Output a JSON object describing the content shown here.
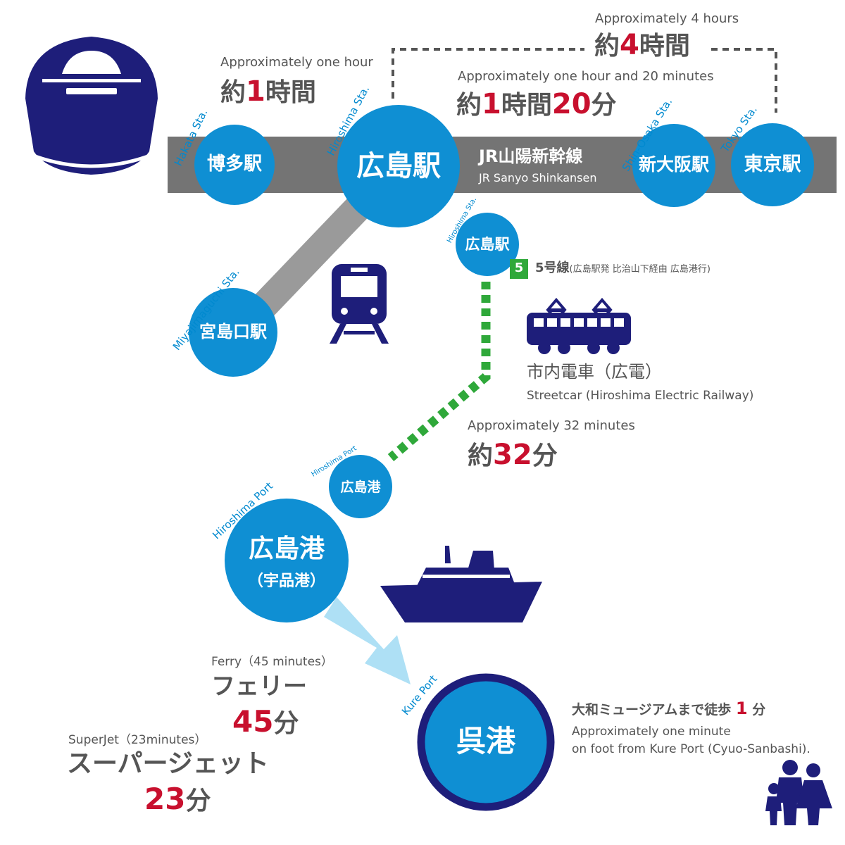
{
  "colors": {
    "station_blue": "#0f8fd3",
    "navy": "#1e1e7a",
    "track_gray": "#747474",
    "rail_light_gray": "#9a9a9a",
    "streetcar_green": "#2fa83a",
    "accent_red": "#c8102e",
    "ferry_arrow": "#aee0f5",
    "label_blue": "#0089cf"
  },
  "icons": [
    "shinkansen-icon",
    "train-icon",
    "streetcar-icon",
    "ship-icon",
    "family-icon"
  ],
  "shinkansen": {
    "line_name": "JR山陽新幹線",
    "line_name_en": "JR Sanyo Shinkansen",
    "hakata": {
      "name": "博多駅",
      "label": "Hakata Sta."
    },
    "hiroshima": {
      "name": "広島駅",
      "label": "Hiroshima Sta."
    },
    "shin_osaka": {
      "name": "新大阪駅",
      "label": "Shin-Osaka Sta."
    },
    "tokyo": {
      "name": "東京駅",
      "label": "Tokyo Sta."
    },
    "time_hakata": {
      "en": "Approximately one hour",
      "pre": "約",
      "num": "1",
      "post": "時間"
    },
    "time_osaka": {
      "en": "Approximately one hour and 20 minutes",
      "pre": "約",
      "num1": "1",
      "mid": "時間",
      "num2": "20",
      "post": "分"
    },
    "time_tokyo": {
      "en": "Approximately 4 hours",
      "pre": "約",
      "num": "4",
      "post": "時間"
    }
  },
  "miyajimaguchi": {
    "name": "宮島口駅",
    "label": "Miyajimaguchi Sta."
  },
  "streetcar": {
    "start_name": "広島駅",
    "start_label": "Hiroshima Sta.",
    "line_badge": "5",
    "line_name": "5号線",
    "line_route": "(広島駅発 比治山下経由 広島港行)",
    "name_ja": "市内電車（広電）",
    "name_en": "Streetcar (Hiroshima Electric Railway)",
    "time_en": "Approximately 32 minutes",
    "time_pre": "約",
    "time_num": "32",
    "time_post": "分",
    "end_name": "広島港",
    "end_label": "Hiroshima Port"
  },
  "port": {
    "name": "広島港",
    "name_sub": "（宇品港）",
    "label": "Hiroshima Port"
  },
  "ferry": {
    "en": "Ferry（45 minutes）",
    "ja": "フェリー",
    "num": "45",
    "unit": "分"
  },
  "superjet": {
    "en": "SuperJet（23minutes）",
    "ja": "スーパージェット",
    "num": "23",
    "unit": "分"
  },
  "kure": {
    "name": "呉港",
    "label": "Kure Port",
    "walk_pre": "大和ミュージアムまで徒歩",
    "walk_num": "1",
    "walk_post": "分",
    "walk_en_1": "Approximately one minute",
    "walk_en_2": "on foot from Kure Port (Cyuo-Sanbashi)."
  }
}
